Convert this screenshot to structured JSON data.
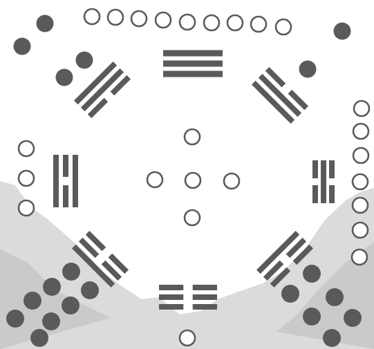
{
  "colors": {
    "background": "#ffffff",
    "ink": "#5a5a5a",
    "scenery": "#cfcfcf"
  },
  "diagram": {
    "type": "luoshu-bagua",
    "trigrams": [
      {
        "name": "qian",
        "lines": [
          "solid",
          "solid",
          "solid"
        ]
      },
      {
        "name": "xun",
        "lines": [
          "solid",
          "solid",
          "broken"
        ]
      },
      {
        "name": "dui",
        "lines": [
          "broken",
          "solid",
          "solid"
        ]
      },
      {
        "name": "kan",
        "lines": [
          "broken",
          "solid",
          "broken"
        ]
      },
      {
        "name": "li",
        "lines": [
          "solid",
          "broken",
          "solid"
        ]
      },
      {
        "name": "zhen",
        "lines": [
          "broken",
          "broken",
          "solid"
        ]
      },
      {
        "name": "gen",
        "lines": [
          "solid",
          "broken",
          "broken"
        ]
      },
      {
        "name": "kun",
        "lines": [
          "broken",
          "broken",
          "broken"
        ]
      }
    ],
    "dot_groups": [
      {
        "name": "top",
        "color": "white",
        "count": 9
      },
      {
        "name": "top-left",
        "color": "black",
        "count": 4
      },
      {
        "name": "top-right",
        "color": "black",
        "count": 2
      },
      {
        "name": "left",
        "color": "white",
        "count": 3
      },
      {
        "name": "center",
        "color": "white",
        "count": 5
      },
      {
        "name": "right",
        "color": "white",
        "count": 7
      },
      {
        "name": "bottom-left",
        "color": "black",
        "count": 8
      },
      {
        "name": "bottom",
        "color": "white",
        "count": 1
      },
      {
        "name": "bottom-right",
        "color": "black",
        "count": 6
      }
    ]
  }
}
